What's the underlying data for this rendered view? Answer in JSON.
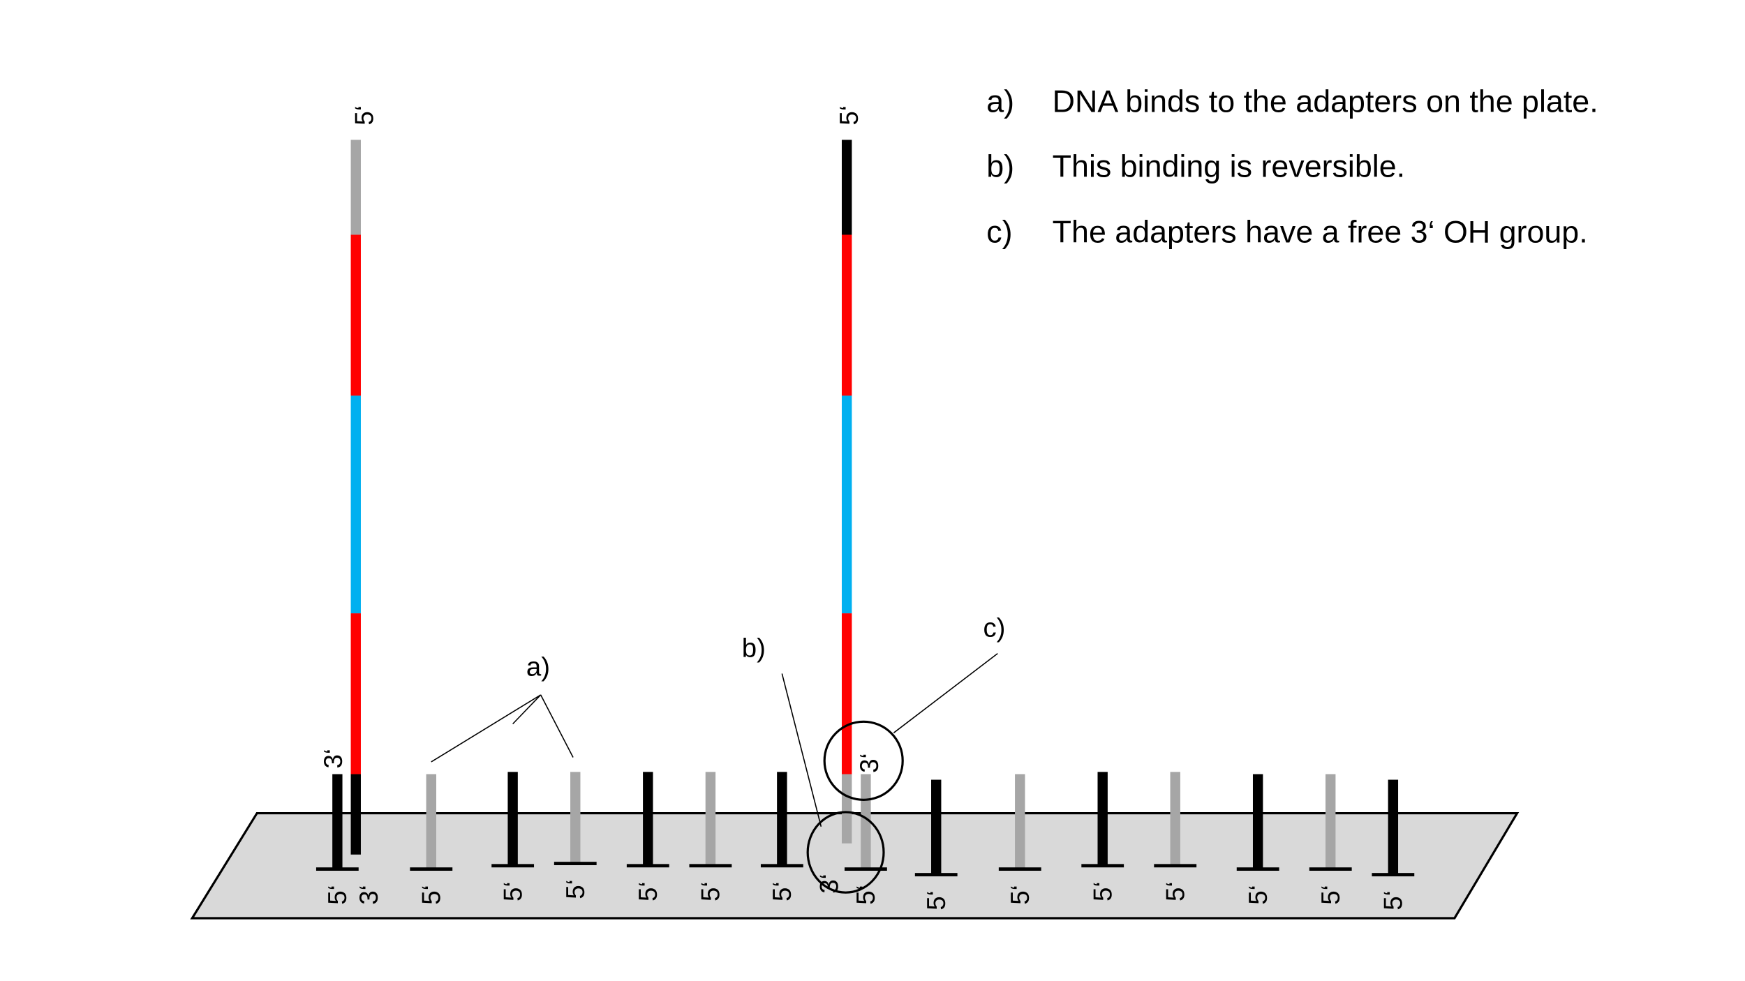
{
  "legend": [
    {
      "key": "a)",
      "text": "DNA binds to the adapters on the plate."
    },
    {
      "key": "b)",
      "text": "This binding is reversible."
    },
    {
      "key": "c)",
      "text": "The adapters have a free 3‘ OH group."
    }
  ],
  "callouts": {
    "a": "a)",
    "b": "b)",
    "c": "c)"
  },
  "end_labels": {
    "five_prime": "5‘",
    "three_prime": "3‘"
  },
  "colors": {
    "plate": "#d9d9d9",
    "adapter_black": "#000000",
    "adapter_grey": "#a6a6a6",
    "red": "#ff0000",
    "blue": "#00b0f0"
  },
  "strand_segments": {
    "left": [
      "grey",
      "red",
      "blue",
      "red",
      "black"
    ],
    "right": [
      "black",
      "red",
      "blue",
      "red"
    ]
  },
  "adapters": [
    "black",
    "grey",
    "black",
    "grey",
    "black",
    "grey",
    "black",
    "grey",
    "black",
    "grey",
    "black",
    "grey",
    "black",
    "grey",
    "black"
  ]
}
